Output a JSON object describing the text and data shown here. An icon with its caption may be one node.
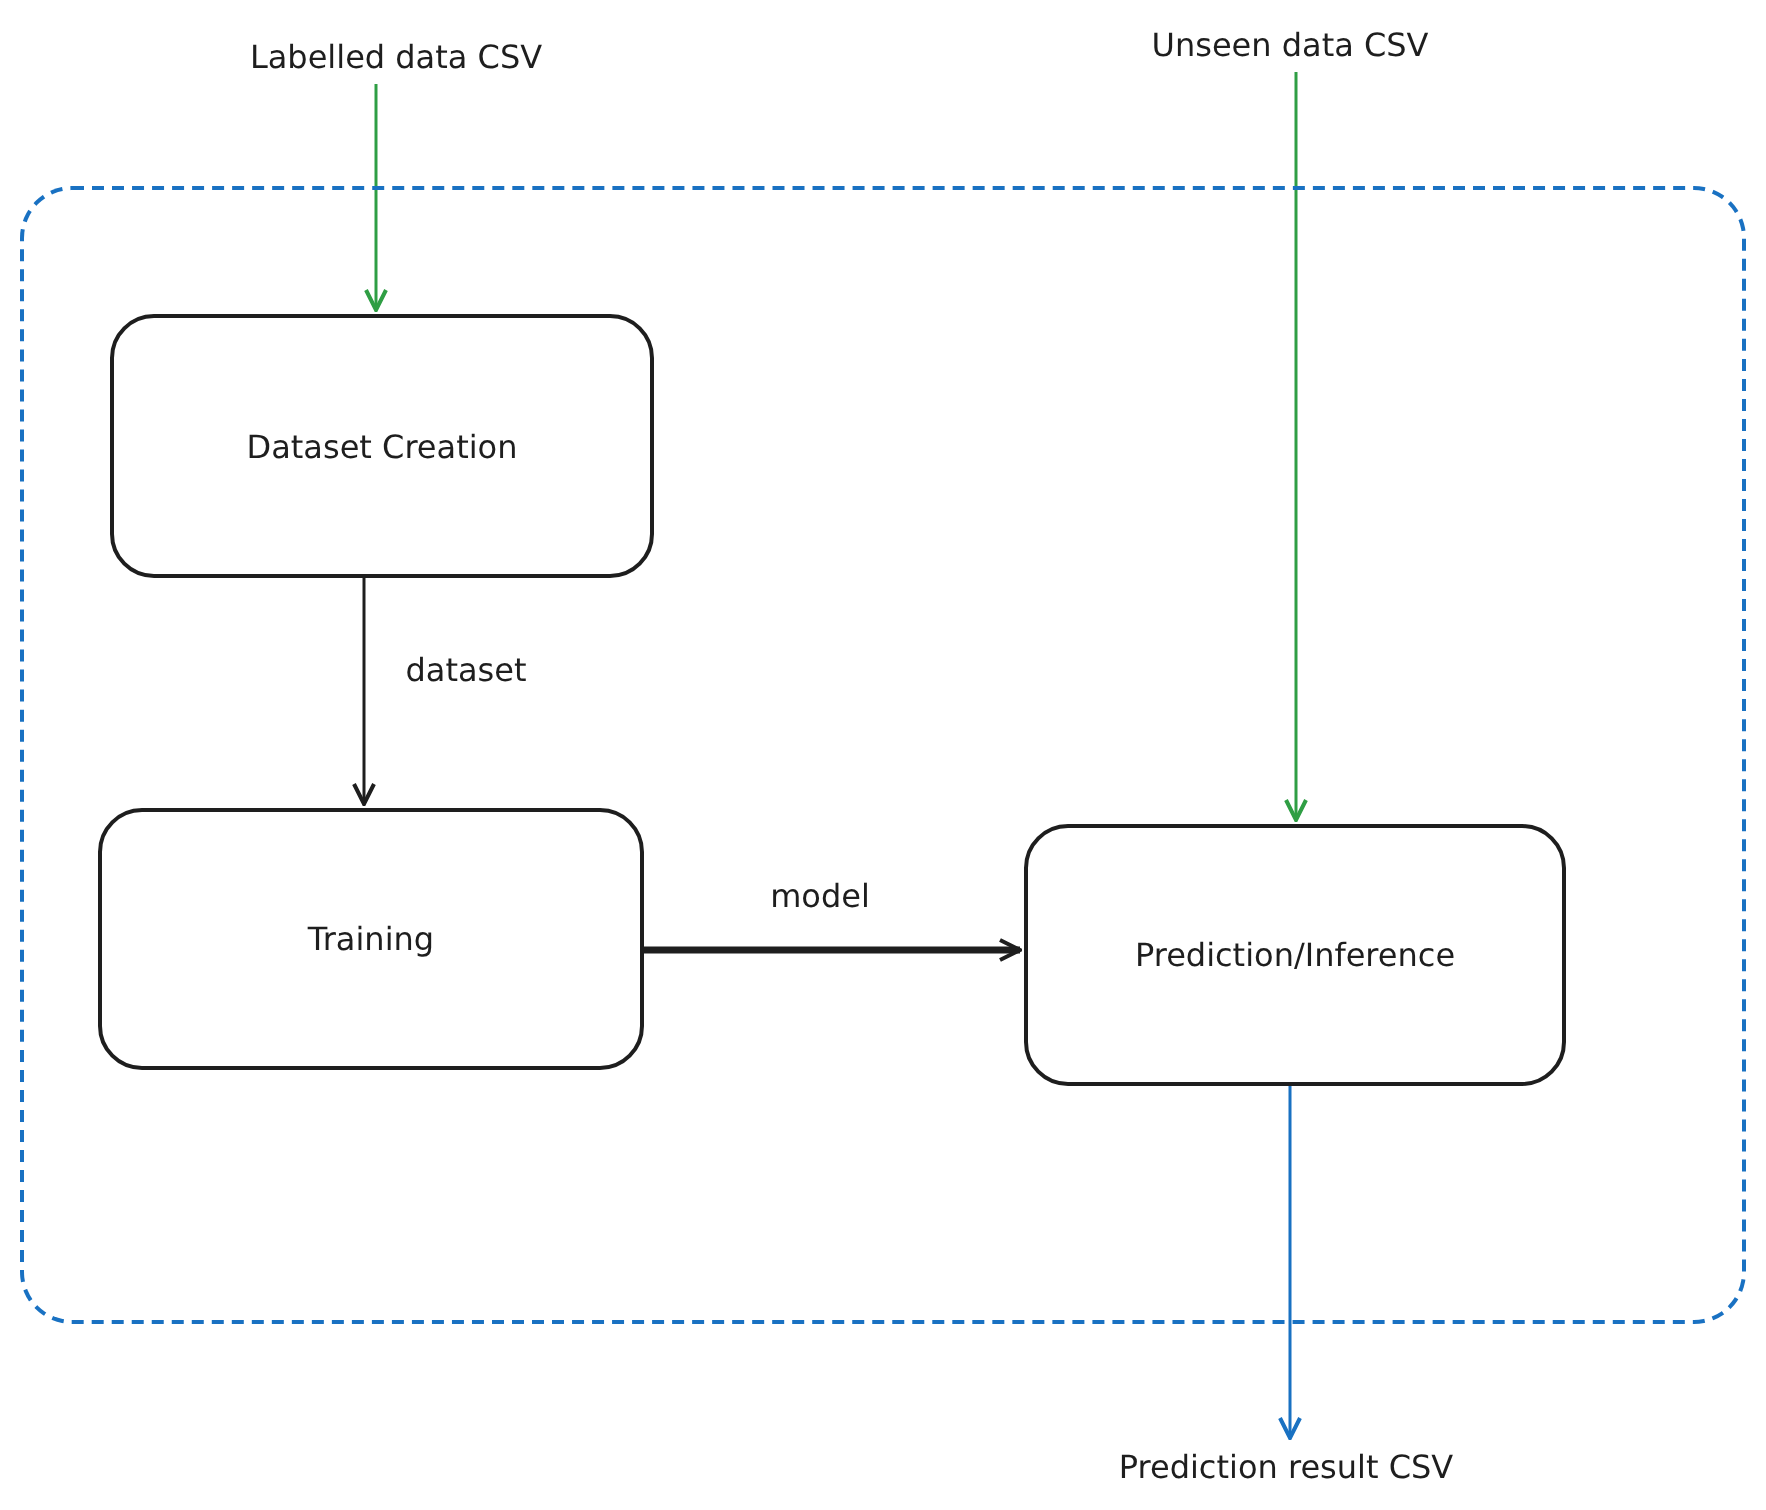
{
  "diagram": {
    "nodes": [
      {
        "text": [
          "Labelled data CSV"
        ]
      },
      {
        "text": [
          "Unseen data CSV"
        ]
      },
      {
        "text": [],
        "shape": "box"
      },
      {
        "text": [
          "Dataset Creation"
        ],
        "in": 2
      },
      {
        "text": [
          "Training"
        ],
        "in": 2
      },
      {
        "text": [
          "Prediction/Inference"
        ],
        "in": 2
      },
      {
        "text": [
          "Prediction result CSV"
        ]
      }
    ],
    "edges": [
      {
        "from": 0,
        "to": 3,
        "arrow": "to",
        "color": "#2f9e44"
      },
      {
        "from": 1,
        "to": 5,
        "arrow": "to",
        "color": "#2f9e44"
      },
      {
        "from": 3,
        "to": 4,
        "arrow": "to",
        "label": "dataset",
        "color": "#1e1e1e"
      },
      {
        "from": 4,
        "to": 5,
        "arrow": "to",
        "label": "model",
        "style": "thick",
        "color": "#1e1e1e"
      },
      {
        "from": 5,
        "to": 6,
        "arrow": "to",
        "color": "#1971c2"
      }
    ]
  }
}
